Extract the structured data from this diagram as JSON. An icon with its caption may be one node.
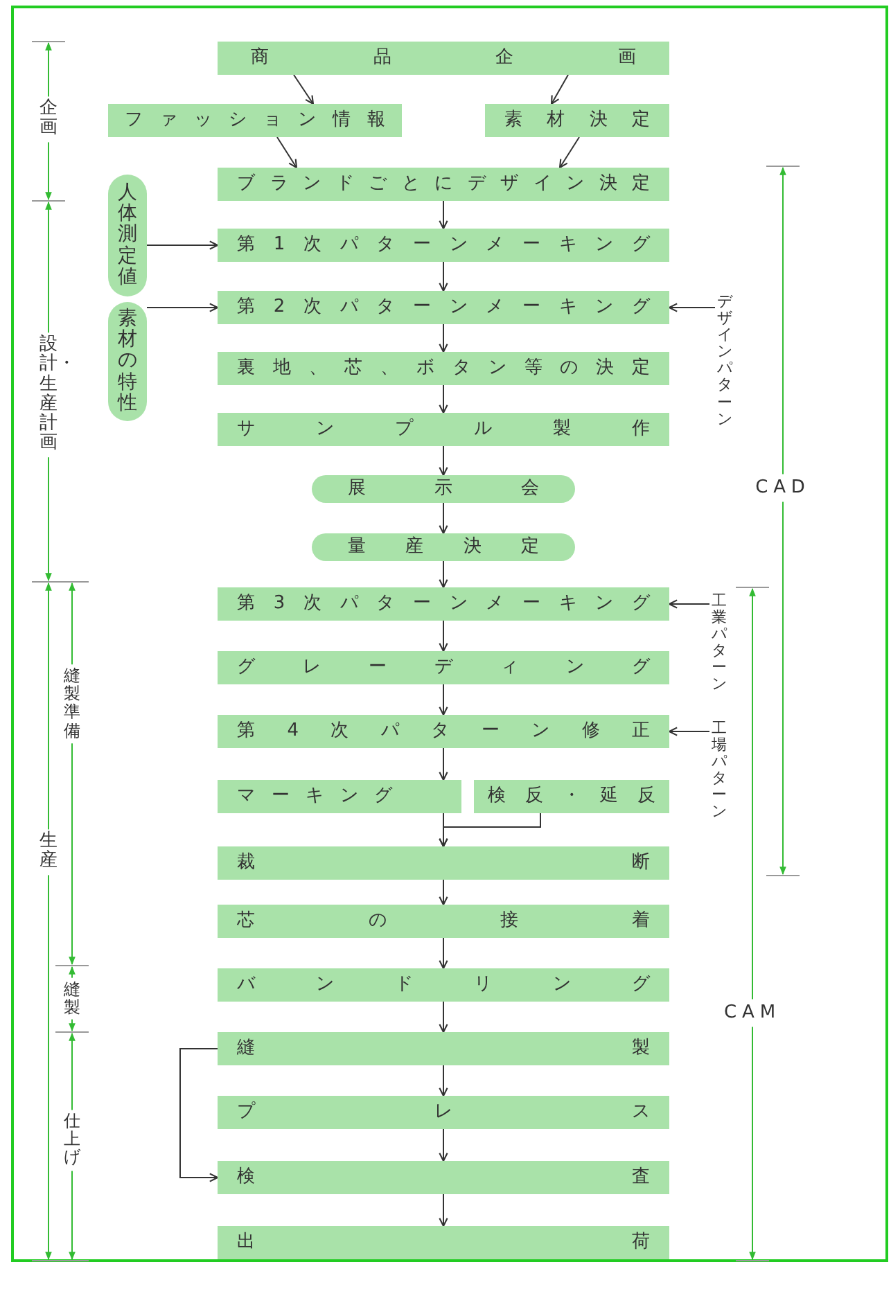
{
  "diagram": {
    "nodes": [
      {
        "text": [
          "商品企画"
        ]
      },
      {
        "text": [
          "ファッション情報"
        ]
      },
      {
        "text": [
          "素材決定"
        ]
      },
      {
        "text": [
          "ブランドごとにデザイン決定"
        ]
      },
      {
        "text": [
          "人体測定値"
        ]
      },
      {
        "text": [
          "第1次パターンメーキング"
        ]
      },
      {
        "text": [
          "素材の特性"
        ]
      },
      {
        "text": [
          "第2次パターンメーキング"
        ]
      },
      {
        "text": [
          "デザインパターン"
        ]
      },
      {
        "text": [
          "裏地、芯、ボタン等の決定"
        ]
      },
      {
        "text": [
          "サンプル製作"
        ]
      },
      {
        "text": [
          "展示会"
        ]
      },
      {
        "text": [
          "量産決定"
        ]
      },
      {
        "text": [
          "第3次パターンメーキング"
        ]
      },
      {
        "text": [
          "工業パターン"
        ]
      },
      {
        "text": [
          "グレーディング"
        ]
      },
      {
        "text": [
          "第4次パターン修正"
        ]
      },
      {
        "text": [
          "工場パターン"
        ]
      },
      {
        "text": [
          "マーキング"
        ]
      },
      {
        "text": [
          "検反・延反"
        ]
      },
      {
        "text": [
          "裁断"
        ]
      },
      {
        "text": [
          "芯の接着"
        ]
      },
      {
        "text": [
          "バンドリング"
        ]
      },
      {
        "text": [
          "縫製"
        ]
      },
      {
        "text": [
          "プレス"
        ]
      },
      {
        "text": [
          "検査"
        ]
      },
      {
        "text": [
          "出荷"
        ]
      }
    ],
    "edges": [
      {
        "from": 0,
        "to": 1,
        "arrow": "to"
      },
      {
        "from": 0,
        "to": 2,
        "arrow": "to"
      },
      {
        "from": 1,
        "to": 3,
        "arrow": "to"
      },
      {
        "from": 2,
        "to": 3,
        "arrow": "to"
      },
      {
        "from": 3,
        "to": 5,
        "arrow": "to"
      },
      {
        "from": 4,
        "to": 5,
        "arrow": "to"
      },
      {
        "from": 5,
        "to": 7,
        "arrow": "to"
      },
      {
        "from": 6,
        "to": 7,
        "arrow": "to"
      },
      {
        "from": 8,
        "to": 7,
        "arrow": "to"
      },
      {
        "from": 7,
        "to": 9,
        "arrow": "to"
      },
      {
        "from": 9,
        "to": 10,
        "arrow": "to"
      },
      {
        "from": 10,
        "to": 11,
        "arrow": "to"
      },
      {
        "from": 11,
        "to": 12,
        "arrow": "to"
      },
      {
        "from": 12,
        "to": 13,
        "arrow": "to"
      },
      {
        "from": 14,
        "to": 13,
        "arrow": "to"
      },
      {
        "from": 13,
        "to": 15,
        "arrow": "to"
      },
      {
        "from": 15,
        "to": 16,
        "arrow": "to"
      },
      {
        "from": 17,
        "to": 16,
        "arrow": "to"
      },
      {
        "from": 16,
        "to": 18,
        "arrow": "to"
      },
      {
        "from": 18,
        "to": 20,
        "arrow": "to"
      },
      {
        "from": 19,
        "to": 20,
        "arrow": "to"
      },
      {
        "from": 20,
        "to": 21,
        "arrow": "to"
      },
      {
        "from": 21,
        "to": 22,
        "arrow": "to"
      },
      {
        "from": 22,
        "to": 23,
        "arrow": "to"
      },
      {
        "from": 23,
        "to": 24,
        "arrow": "to"
      },
      {
        "from": 24,
        "to": 25,
        "arrow": "to"
      },
      {
        "from": 25,
        "to": 26,
        "arrow": "to"
      },
      {
        "from": 23,
        "to": 25,
        "arrow": "to"
      }
    ],
    "labels": [
      "企画",
      "設計・生産計画",
      "CAD",
      "縫製準備",
      "生産",
      "縫製",
      "CAM",
      "仕上げ"
    ]
  }
}
